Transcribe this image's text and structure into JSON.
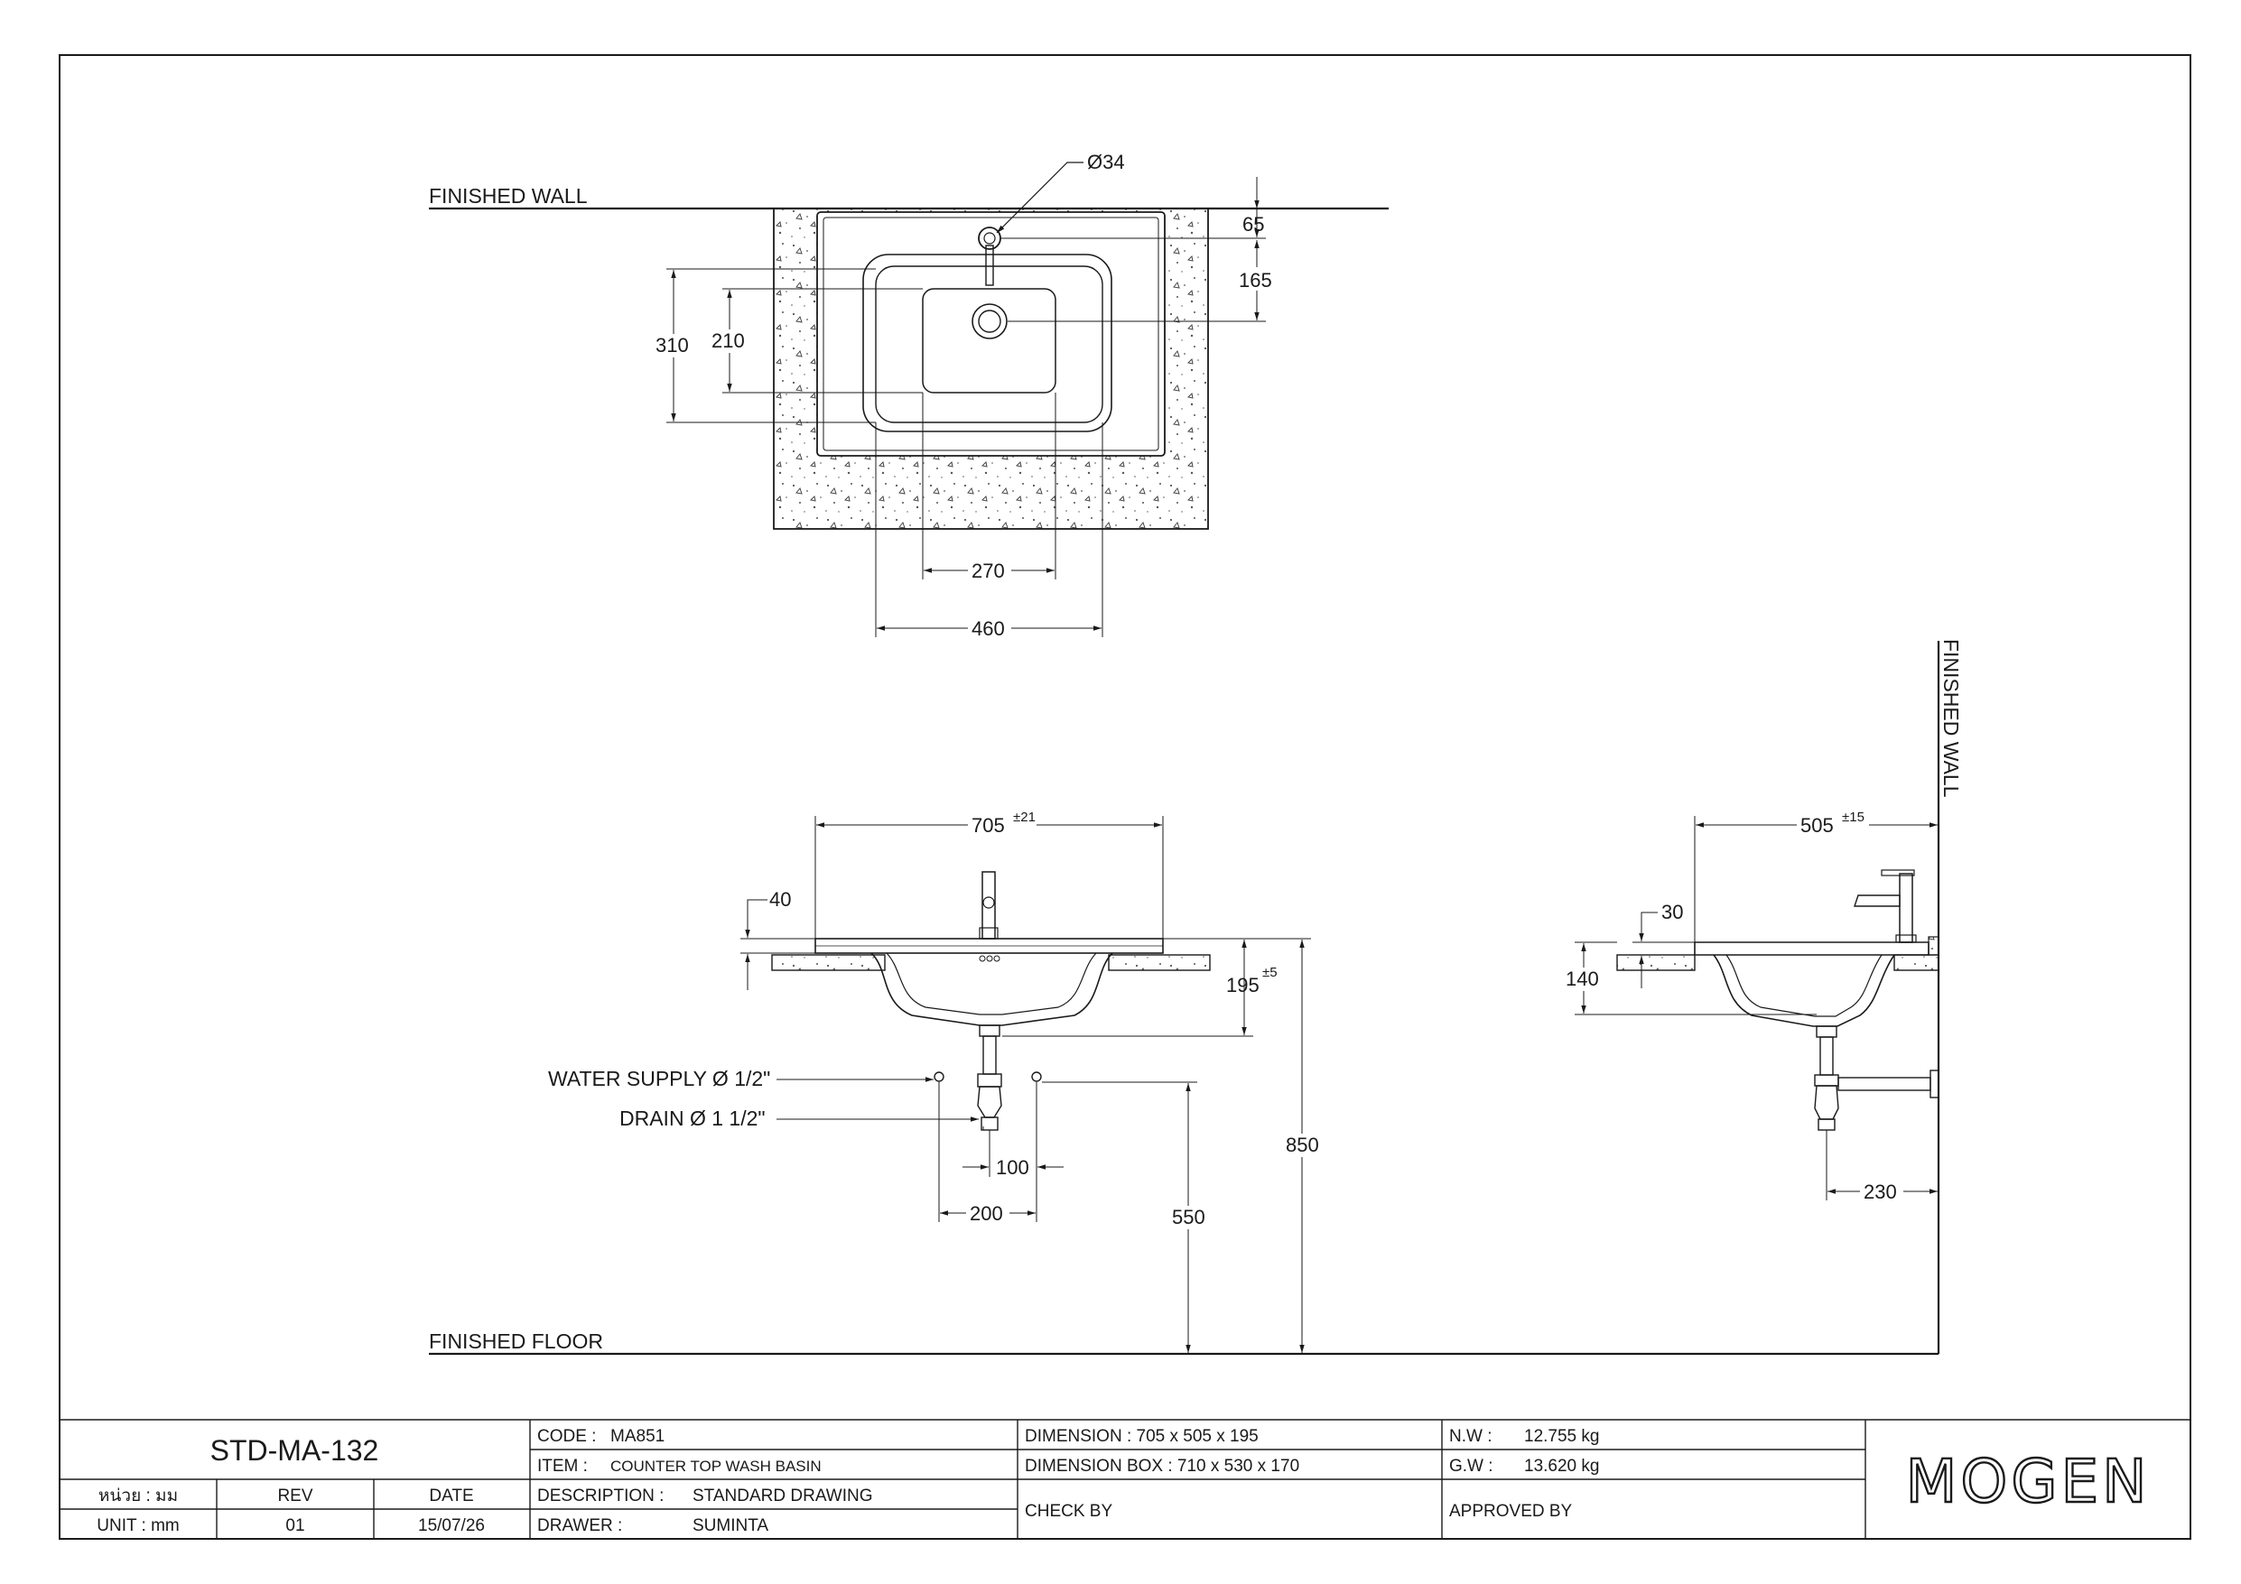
{
  "labels": {
    "finished_wall_top": "FINISHED WALL",
    "finished_wall_side": "FINISHED WALL",
    "finished_floor": "FINISHED FLOOR",
    "water_supply": "WATER SUPPLY Ø 1/2\"",
    "drain": "DRAIN Ø 1 1/2\""
  },
  "dimensions": {
    "hole_dia": "Ø34",
    "d65": "65",
    "d165": "165",
    "d310": "310",
    "d210": "210",
    "d270": "270",
    "d460": "460",
    "d705": "705",
    "tol705": "±21",
    "d40": "40",
    "d195": "195",
    "tol195": "±5",
    "d850": "850",
    "d550": "550",
    "d100": "100",
    "d200": "200",
    "d505": "505",
    "tol505": "±15",
    "d30": "30",
    "d140": "140",
    "d230": "230"
  },
  "title_block": {
    "doc_no": "STD-MA-132",
    "unit_th": "หน่วย : มม",
    "unit_en": "UNIT : mm",
    "rev_label": "REV",
    "rev_value": "01",
    "date_label": "DATE",
    "date_value": "15/07/26",
    "code_label": "CODE :",
    "code_value": "MA851",
    "item_label": "ITEM :",
    "item_value": "COUNTER TOP WASH BASIN",
    "desc_label": "DESCRIPTION :",
    "desc_value": "STANDARD DRAWING",
    "drawer_label": "DRAWER :",
    "drawer_value": "SUMINTA",
    "dimension": "DIMENSION : 705 x 505 x 195",
    "dimension_box": "DIMENSION BOX : 710 x 530 x 170",
    "check_by": "CHECK BY",
    "nw_label": "N.W :",
    "nw_value": "12.755 kg",
    "gw_label": "G.W :",
    "gw_value": "13.620 kg",
    "approved_by": "APPROVED BY",
    "brand": "MOGEN"
  }
}
